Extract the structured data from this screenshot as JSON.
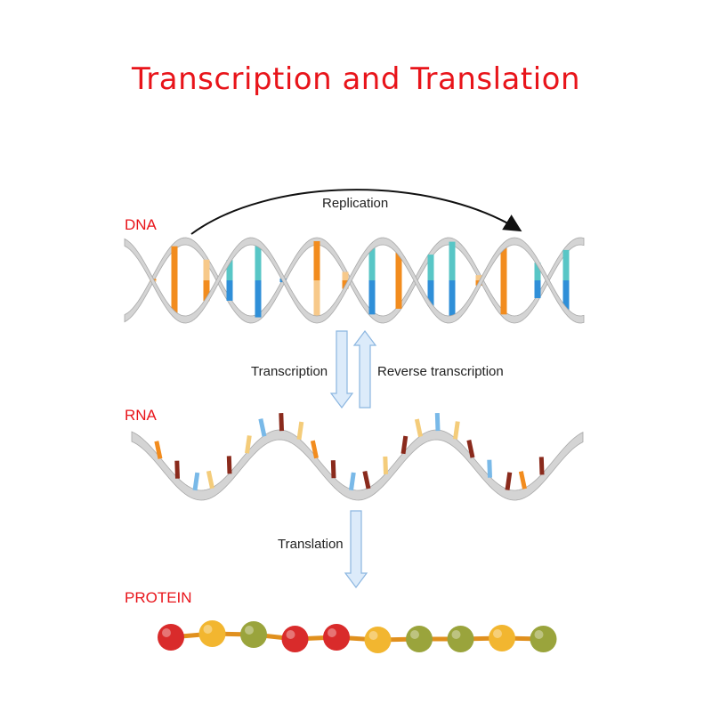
{
  "title": "Transcription and Translation",
  "labels": {
    "dna": "DNA",
    "rna": "RNA",
    "protein": "PROTEIN"
  },
  "processes": {
    "replication": "Replication",
    "transcription": "Transcription",
    "reverse_transcription": "Reverse transcription",
    "translation": "Translation"
  },
  "colors": {
    "title": "#e8141a",
    "section_label": "#e8141a",
    "ribbon": "#d4d4d4",
    "ribbon_shadow": "#a9a9a9",
    "arrow_fill": "#dcebfa",
    "arrow_stroke": "#8bb6e0",
    "base_orange": "#f28c1e",
    "base_light_orange": "#f7c98a",
    "base_blue": "#2f8fd8",
    "base_teal": "#58c6c6",
    "base_brown": "#8a2a1c",
    "base_yellow": "#f4cc7a",
    "base_light_blue": "#79b9e8",
    "amino_red": "#d92b2b",
    "amino_yellow": "#f2b630",
    "amino_olive": "#9aa43c",
    "peptide_bond": "#e0901e"
  },
  "protein_chain": [
    "red",
    "yellow",
    "olive",
    "red",
    "red",
    "yellow",
    "olive",
    "olive",
    "yellow",
    "olive"
  ]
}
